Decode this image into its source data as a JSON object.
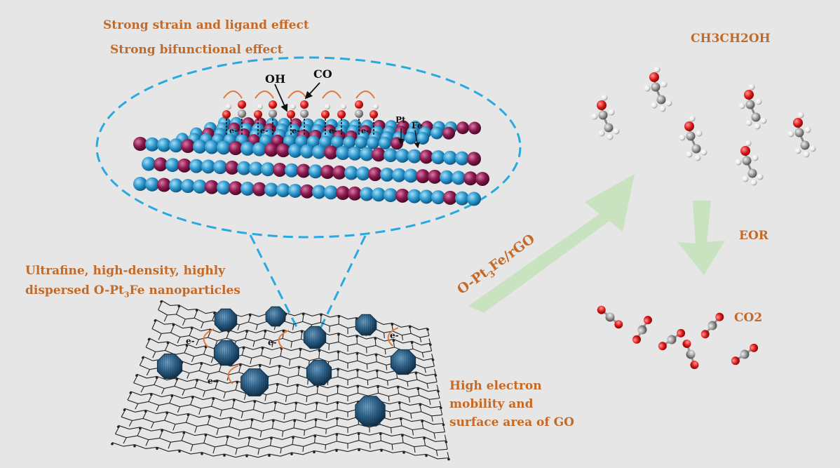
{
  "labels": {
    "strain": "Strong strain and ligand effect",
    "bifunctional": "Strong bifunctional effect",
    "oh": "OH",
    "co": "CO",
    "pt": "Pt",
    "fe": "Fe",
    "electron": "e-",
    "ultrafine_line1": "Ultrafine, high-density, highly",
    "ultrafine_line2_prefix": "dispersed O-Pt",
    "ultrafine_line2_sub": "3",
    "ultrafine_line2_suffix": "Fe nanoparticles",
    "catalyst_prefix": "O-Pt",
    "catalyst_sub": "3",
    "catalyst_suffix": "Fe/rGO",
    "ethanol": "CH3CH2OH",
    "eor": "EOR",
    "co2": "CO2",
    "go_line1": "High electron",
    "go_line2": "mobility and",
    "go_line3": "surface area of GO"
  },
  "colors": {
    "background": "#e6e6e6",
    "label_orange": "#c46a28",
    "ellipse_dash": "#29a9e0",
    "pt_atom": "#2d9ad0",
    "fe_atom": "#8b1a4f",
    "arrow_green": "#c9e2c0",
    "oxygen": "#e01a1a",
    "carbon": "#9a9a9a",
    "hydrogen": "#f2f2f2",
    "nanoparticle": "#2c5f86",
    "graphene": "#222222"
  },
  "icons": [
    "ethanol-molecule-icon",
    "co2-molecule-icon",
    "nanoparticle-icon",
    "graphene-sheet-icon"
  ]
}
